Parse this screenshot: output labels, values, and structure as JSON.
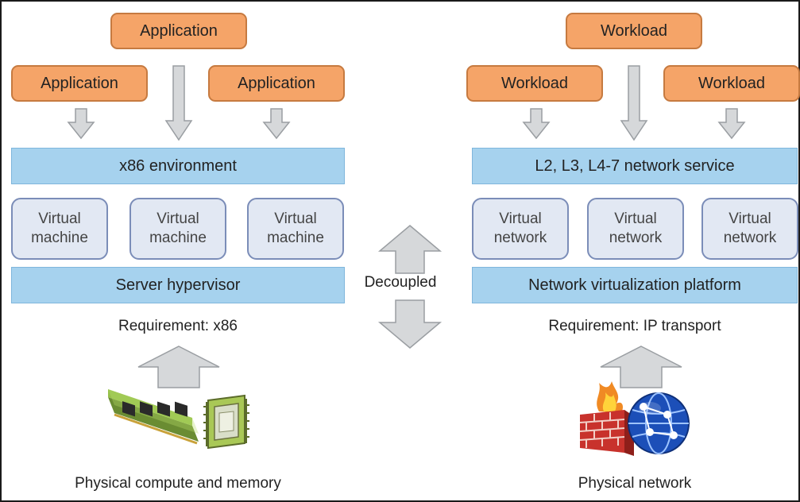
{
  "left": {
    "top_app": "Application",
    "apps": [
      "Application",
      "Application"
    ],
    "environment": "x86 environment",
    "virtual_items": [
      "Virtual machine",
      "Virtual machine",
      "Virtual machine"
    ],
    "platform": "Server hypervisor",
    "requirement": "Requirement: x86",
    "physical_label": "Physical compute and memory",
    "physical_icons": [
      "memory-module-icon",
      "cpu-chip-icon"
    ]
  },
  "right": {
    "top_app": "Workload",
    "apps": [
      "Workload",
      "Workload"
    ],
    "environment": "L2, L3, L4-7 network service",
    "virtual_items": [
      "Virtual network",
      "Virtual network",
      "Virtual network"
    ],
    "platform": "Network virtualization platform",
    "requirement": "Requirement: IP transport",
    "physical_label": "Physical network",
    "physical_icons": [
      "firewall-icon",
      "globe-network-icon"
    ]
  },
  "center": {
    "label": "Decoupled"
  },
  "colors": {
    "app_fill": "#f5a468",
    "app_border": "#c67a40",
    "band_fill": "#a6d2ee",
    "vbox_fill": "#e2e8f3",
    "vbox_border": "#7b8db8",
    "arrow_fill": "#d6d8da",
    "arrow_stroke": "#9a9ea2"
  }
}
